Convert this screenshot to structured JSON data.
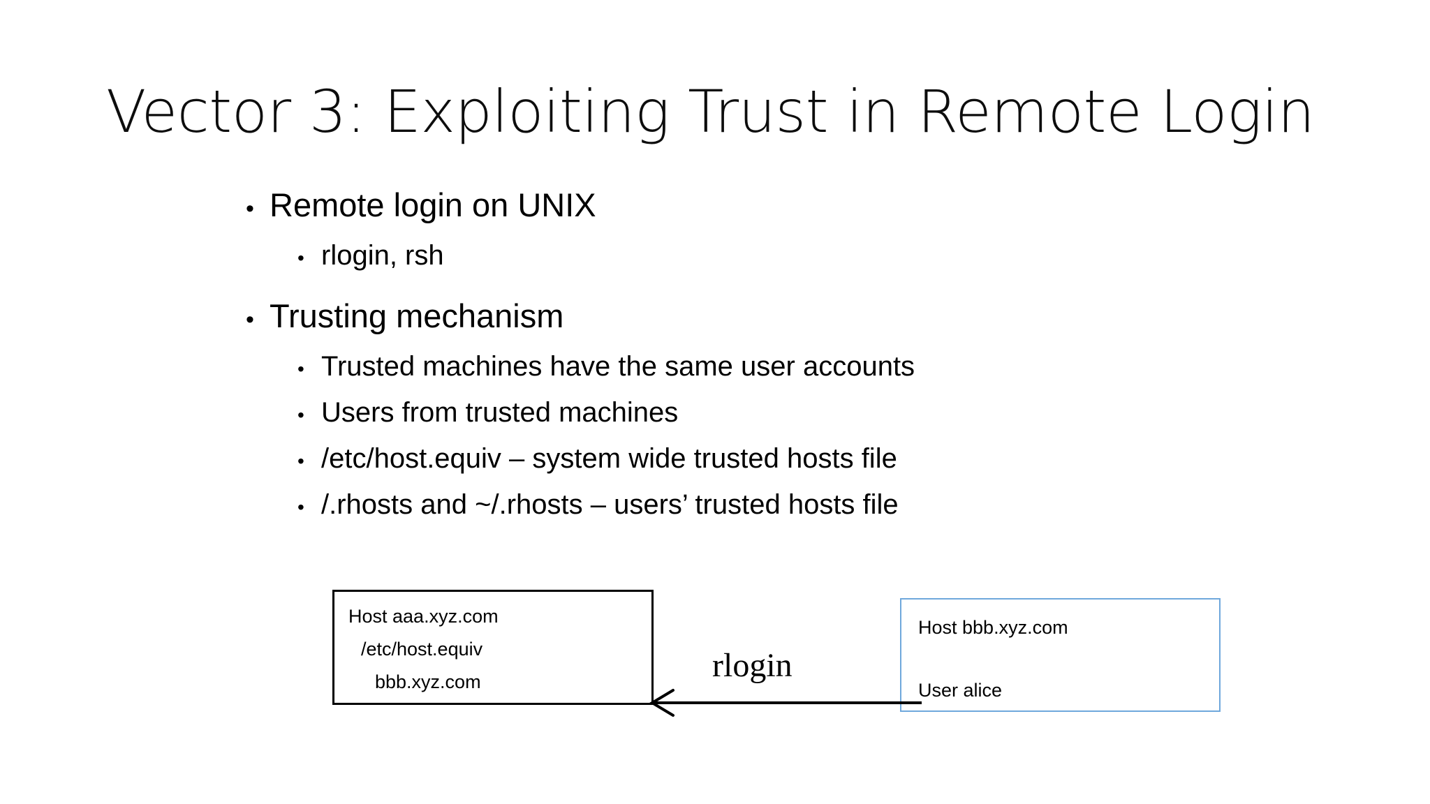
{
  "slide": {
    "title": "Vector 3: Exploiting Trust in Remote Login",
    "background_color": "#ffffff",
    "text_color": "#000000"
  },
  "content": {
    "bullets": [
      {
        "level": 1,
        "marker": "•",
        "text": "Remote login on UNIX"
      },
      {
        "level": 2,
        "marker": "•",
        "text": "rlogin, rsh"
      },
      {
        "level": 1,
        "marker": "•",
        "text": "Trusting mechanism"
      },
      {
        "level": 2,
        "marker": "•",
        "text": "Trusted machines have the same user accounts"
      },
      {
        "level": 2,
        "marker": "•",
        "text": "Users from trusted machines"
      },
      {
        "level": 2,
        "marker": "•",
        "text": "/etc/host.equiv – system wide trusted hosts file"
      },
      {
        "level": 2,
        "marker": "•",
        "text": "/.rhosts and ~/.rhosts – users’ trusted hosts file"
      }
    ]
  },
  "diagram": {
    "left_node": {
      "border_color": "#000000",
      "lines": [
        "Host aaa.xyz.com",
        "/etc/host.equiv",
        "bbb.xyz.com"
      ]
    },
    "right_node": {
      "border_color": "#6fa8dc",
      "lines": [
        "Host bbb.xyz.com",
        "User alice"
      ]
    },
    "edge": {
      "label": "rlogin",
      "direction": "right-to-left",
      "color": "#000000"
    }
  }
}
